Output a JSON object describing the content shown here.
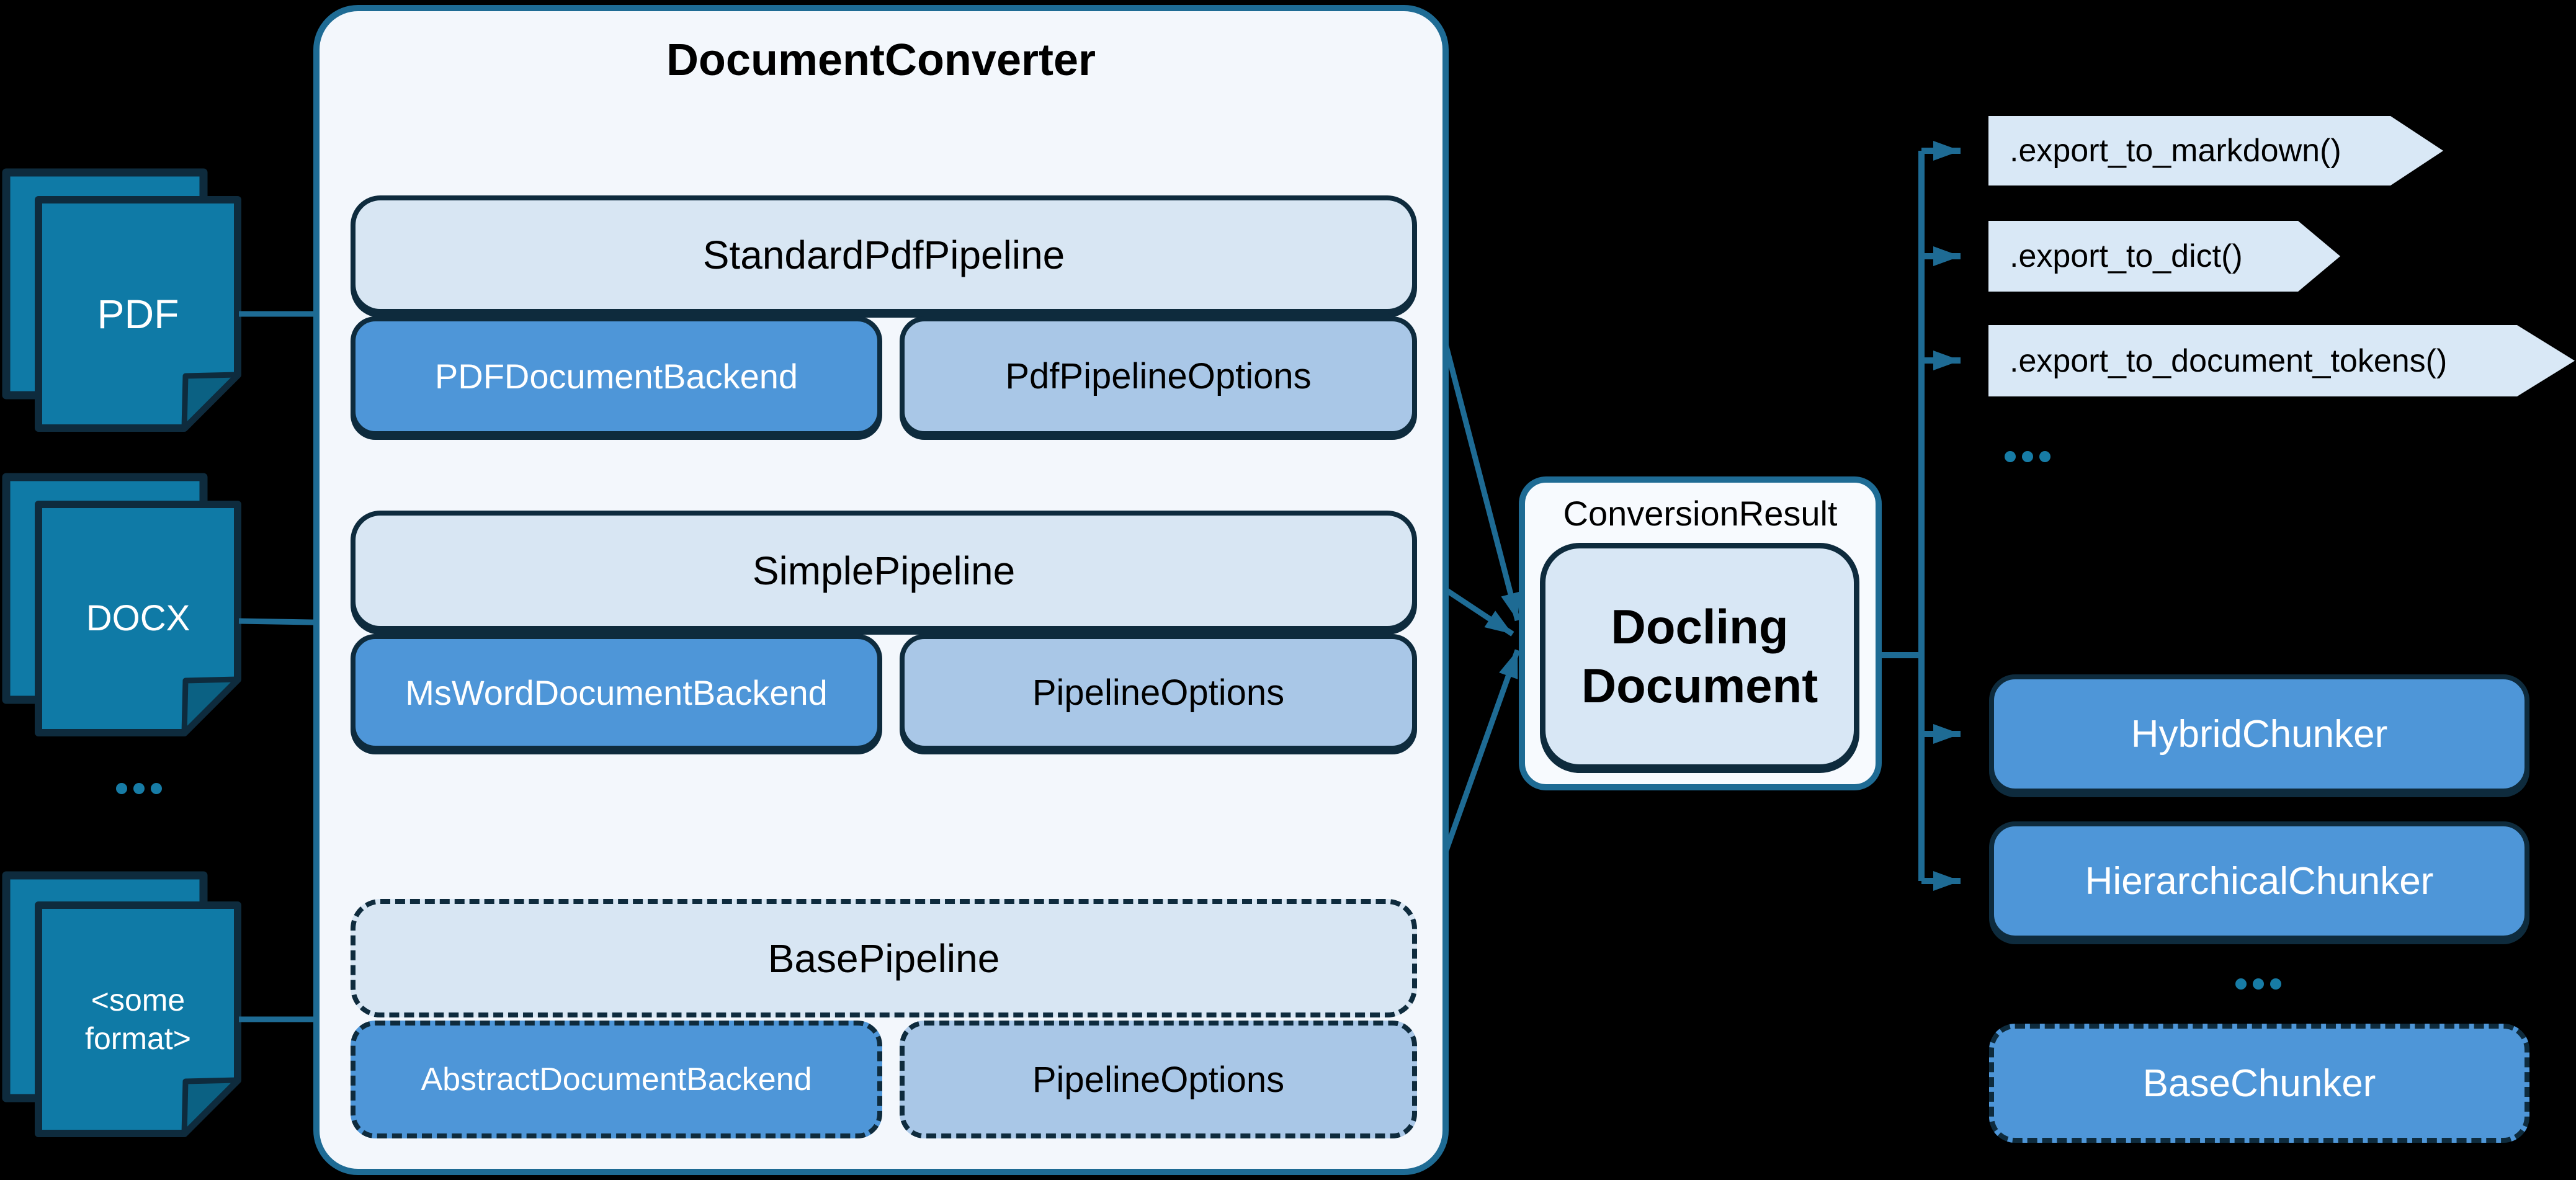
{
  "colors": {
    "background": "#000000",
    "container_fill": "#F3F7FC",
    "container_border": "#1E6B94",
    "pipeline_fill": "#D8E6F3",
    "backend_fill": "#4E96D8",
    "options_fill": "#A9C7E7",
    "dark_border": "#0E2B3D",
    "arrow": "#1E6B94",
    "document_icon_fill": "#0F7AA6",
    "ellipsis_dots": "#177CA6",
    "chevron_fill": "#D9E8F6",
    "result_fill": "#F7FAFE",
    "docling_fill": "#D8E7F5",
    "chunker_fill": "#4E96D8"
  },
  "inputs": {
    "pdf": "PDF",
    "docx": "DOCX",
    "some_format": "<some\nformat>",
    "ellipsis": "..."
  },
  "converter": {
    "title": "DocumentConverter",
    "groups": [
      {
        "pipeline": "StandardPdfPipeline",
        "backend": "PDFDocumentBackend",
        "options": "PdfPipelineOptions"
      },
      {
        "pipeline": "SimplePipeline",
        "backend": "MsWordDocumentBackend",
        "options": "PipelineOptions"
      },
      {
        "pipeline": "BasePipeline",
        "backend": "AbstractDocumentBackend",
        "options": "PipelineOptions"
      }
    ],
    "ellipsis": "..."
  },
  "result": {
    "label": "ConversionResult",
    "document": "Docling\nDocument"
  },
  "exports": {
    "items": [
      ".export_to_markdown()",
      ".export_to_dict()",
      ".export_to_document_tokens()"
    ],
    "ellipsis": "..."
  },
  "chunkers": {
    "items": [
      "HybridChunker",
      "HierarchicalChunker"
    ],
    "ellipsis": "...",
    "base": "BaseChunker"
  }
}
